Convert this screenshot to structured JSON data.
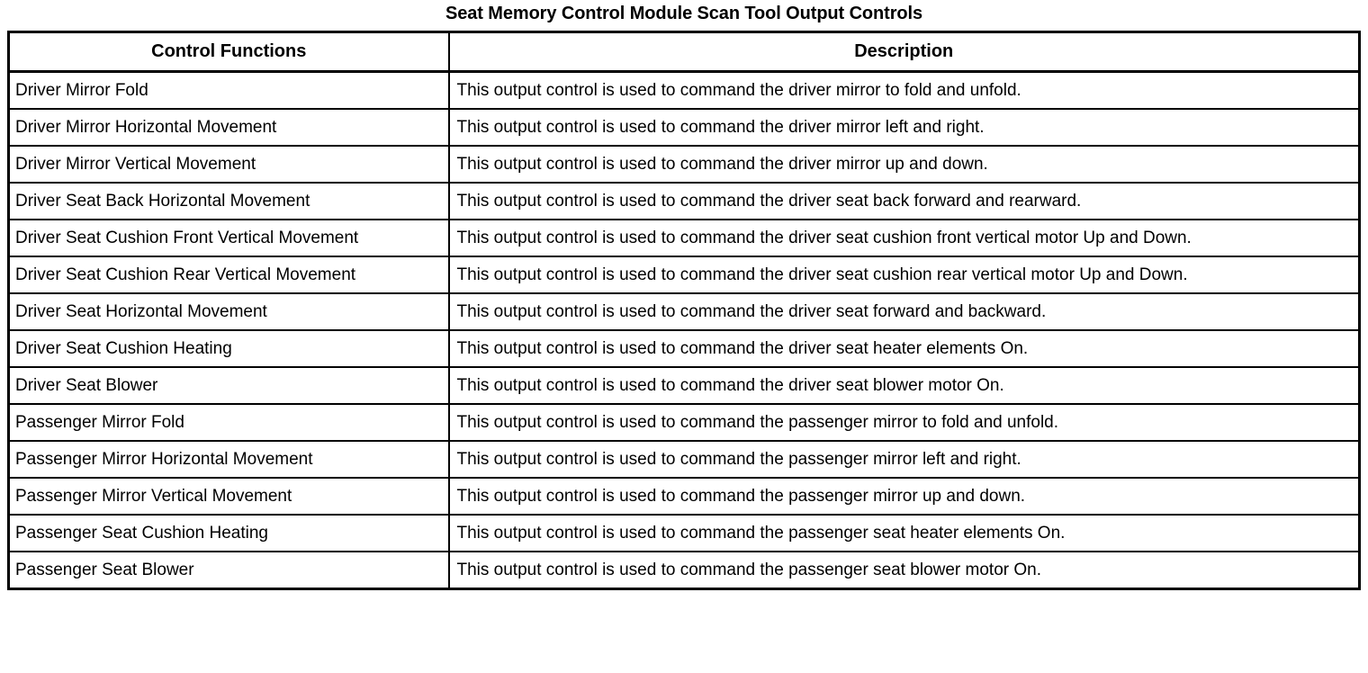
{
  "document": {
    "title": "Seat Memory Control Module Scan Tool Output Controls"
  },
  "colors": {
    "text": "#000000",
    "background": "#ffffff",
    "border": "#000000"
  },
  "table": {
    "headers": {
      "control_functions": "Control Functions",
      "description": "Description"
    },
    "rows": [
      {
        "control_function": "Driver Mirror Fold",
        "description": "This output control is used to command the driver mirror to fold and unfold."
      },
      {
        "control_function": "Driver Mirror Horizontal Movement",
        "description": "This output control is used to command the driver mirror left and right."
      },
      {
        "control_function": "Driver Mirror Vertical Movement",
        "description": "This output control is used to command the driver mirror up and down."
      },
      {
        "control_function": "Driver Seat Back Horizontal Movement",
        "description": "This output control is used to command the driver seat back forward and rearward."
      },
      {
        "control_function": "Driver Seat Cushion Front Vertical Movement",
        "description": "This output control is used to command the driver seat cushion front vertical motor Up and Down."
      },
      {
        "control_function": "Driver Seat Cushion Rear Vertical Movement",
        "description": "This output control is used to command the driver seat cushion rear vertical motor Up and Down."
      },
      {
        "control_function": "Driver Seat Horizontal Movement",
        "description": "This output control is used to command the driver seat forward and backward."
      },
      {
        "control_function": "Driver Seat Cushion Heating",
        "description": "This output control is used to command the driver seat heater elements On."
      },
      {
        "control_function": "Driver Seat Blower",
        "description": "This output control is used to command the driver seat blower motor On."
      },
      {
        "control_function": "Passenger Mirror Fold",
        "description": "This output control is used to command the passenger mirror to fold and unfold."
      },
      {
        "control_function": "Passenger Mirror Horizontal Movement",
        "description": "This output control is used to command the passenger mirror left and right."
      },
      {
        "control_function": "Passenger Mirror Vertical Movement",
        "description": "This output control is used to command the passenger mirror up and down."
      },
      {
        "control_function": "Passenger Seat Cushion Heating",
        "description": "This output control is used to command the passenger seat heater elements On."
      },
      {
        "control_function": "Passenger Seat Blower",
        "description": "This output control is used to command the passenger seat blower motor On."
      }
    ]
  }
}
